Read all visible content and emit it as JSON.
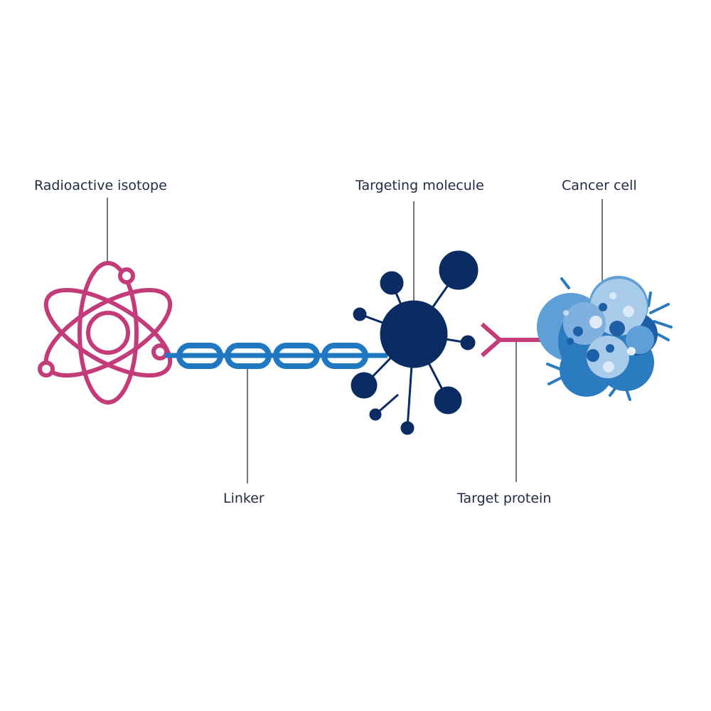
{
  "labels": {
    "isotope": "Radioactive isotope",
    "targeting_molecule": "Targeting molecule",
    "cancer_cell": "Cancer cell",
    "linker": "Linker",
    "target_protein": "Target protein"
  },
  "colors": {
    "isotope": "#c33c79",
    "linker": "#1f78c1",
    "molecule": "#0b2b63",
    "target_protein": "#c33c79",
    "cell_dark": "#2a7bc0",
    "cell_mid": "#5d9fd6",
    "cell_light": "#a9cbea",
    "cell_nucleus": "#1f5fa8",
    "label_text": "#1f2a44"
  }
}
